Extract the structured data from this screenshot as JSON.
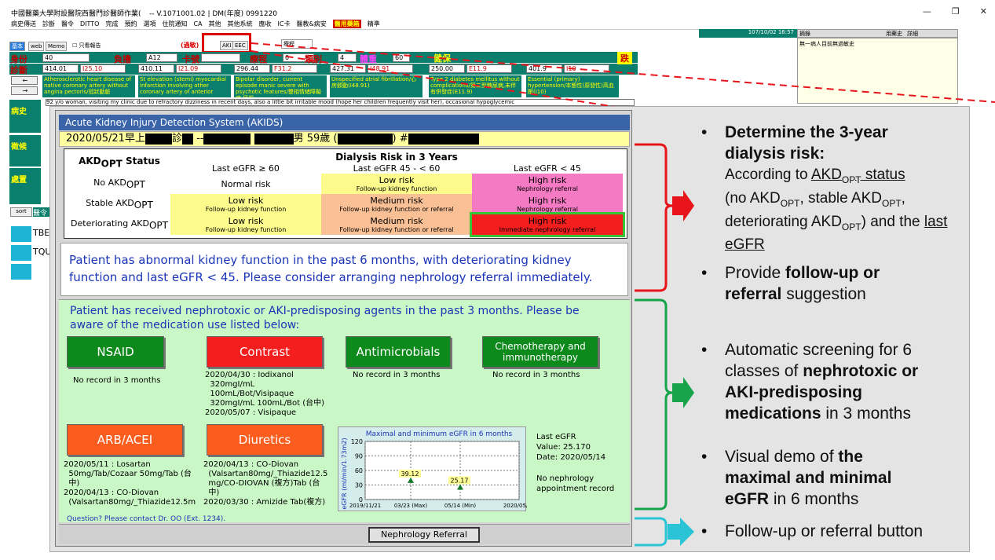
{
  "app": {
    "title": "中國醫藥大學附設醫院西醫門診醫師作業(",
    "version": "-- V.1071001.02 | DM(年度) 0991220",
    "menu": [
      "病史傳送",
      "診斷",
      "醫令",
      "DITTO",
      "完成",
      "預約",
      "選項",
      "住院通知",
      "CA",
      "其他",
      "其他系統",
      "應收",
      "IC卡",
      "醫教&病安",
      "醫用藥箱",
      "精準"
    ],
    "toolbar": {
      "tab1": "基本",
      "tab2": "web",
      "memo": "Memo",
      "report_checkbox": "只看報告",
      "redlabel": "(過敏)",
      "aki_btn": "AKI",
      "eec_btn": "EEC",
      "combo": "療程"
    },
    "header_labels": {
      "id": "身份",
      "dx": "診斷",
      "weight_lbl": "負擔",
      "card_lbl": "卡號",
      "course_lbl": "療程",
      "category_lbl": "類別",
      "bw_lbl": "體重",
      "health_lbl": "健保",
      "alert_lbl": "跌"
    },
    "header_values": {
      "id": "40",
      "weight": "A12",
      "card": "",
      "course": "0",
      "category": "4",
      "bw": "60",
      "health": ""
    },
    "dx_codes": [
      {
        "a": "414.01",
        "b": "I25.10"
      },
      {
        "a": "410.11",
        "b": "I21.09"
      },
      {
        "a": "296.44",
        "b": "F31.2"
      },
      {
        "a": "427.31",
        "b": "I48.91"
      },
      {
        "a": "250.00",
        "b": "E11.9"
      },
      {
        "a": "401.9",
        "b": "I10"
      }
    ],
    "dx_desc": [
      "Atherosclerotic heart disease of native coronary artery without angina pectoris/冠狀動脈",
      "St elevation (stemi) myocardial infarction involving other coronary artery of anterior",
      "Bipolar disorder, current episode manic severe with psychotic features/雙相情緒障礙症,目前",
      "Unspecified atrial fibrillation/心房顫動(I48.91)",
      "Type 2 diabetes mellitus without complications/第二型糖尿病,未伴有併發症(E11.9)",
      "Essential (primary) hypertension/本態性(原發性)高血壓(I10)"
    ],
    "history_line": "92 y/o woman, visiting my clinic due to refractory dizziness in recent days, also a little bit irritable mood (hope her children frequently visit her), occasional hypoglycemic",
    "sidebar": [
      "病史",
      "徵候",
      "處置"
    ],
    "sort": "sort",
    "grid_col": "醫令",
    "grid_rows": [
      "TBE",
      "TQU"
    ],
    "right_panel": {
      "tab_main": "摘錄",
      "tab_a": "用藥史",
      "tab_b": "詳細",
      "body": "無一病人目前無過敏史",
      "datetime": "107/10/02 16:57"
    }
  },
  "akids": {
    "title": "Acute Kidney Injury Detection System (AKIDS)",
    "patient_prefix": "2020/05/21早上",
    "patient_mid": "診",
    "patient_sex_age": "男 59歲 (",
    "patient_hash": ") #",
    "risk_table": {
      "header": "Dialysis Risk in 3 Years",
      "status_label": "AKD",
      "status_sub": "OPT",
      "status_suffix": " Status",
      "col_headers": [
        "Last eGFR ≥ 60",
        "Last eGFR 45 - < 60",
        "Last eGFR < 45"
      ],
      "rows": [
        {
          "label": "No AKD",
          "sub": "OPT",
          "cells": [
            {
              "main": "Normal risk",
              "sub": ""
            },
            {
              "main": "Low risk",
              "sub": "Follow-up kidney function"
            },
            {
              "main": "High risk",
              "sub": "Nephrology referral"
            }
          ]
        },
        {
          "label": "Stable AKD",
          "sub": "OPT",
          "cells": [
            {
              "main": "Low risk",
              "sub": "Follow-up kidney function"
            },
            {
              "main": "Medium risk",
              "sub": "Follow-up kidney function or referral"
            },
            {
              "main": "High risk",
              "sub": "Nephrology referral"
            }
          ]
        },
        {
          "label": "Deteriorating AKD",
          "sub": "OPT",
          "cells": [
            {
              "main": "Low risk",
              "sub": "Follow-up kidney function"
            },
            {
              "main": "Medium risk",
              "sub": "Follow-up kidney function or referral"
            },
            {
              "main": "High risk",
              "sub": "Immediate nephrology referral"
            }
          ]
        }
      ],
      "colors": {
        "white": "#ffffff",
        "yellow": "#fdfb8c",
        "pink": "#f47ac4",
        "salmon": "#f9bf95",
        "red": "#f41e1e",
        "highlight": "#35c635"
      }
    },
    "message": "Patient has abnormal kidney function in the past 6 months, with deteriorating kidney function and last eGFR < 45. Please consider arranging nephrology referral immediately.",
    "med_intro": "Patient has received nephrotoxic or AKI-predisposing agents in the past 3 months. Please be aware of the medication use listed below:",
    "meds": [
      {
        "label": "NSAID",
        "color": "#0e8a1c",
        "text": [
          "No record in 3 months"
        ]
      },
      {
        "label": "Contrast",
        "color": "#f41e1e",
        "text": [
          "2020/04/30 : Iodixanol",
          "  320mgI/mL",
          "  100mL/Bot/Visipaque",
          "  320mgI/mL 100mL/Bot (台中)",
          "2020/05/07 : Visipaque"
        ]
      },
      {
        "label": "Antimicrobials",
        "color": "#0e8a1c",
        "text": [
          "No record in 3 months"
        ]
      },
      {
        "label": "Chemotherapy and immunotherapy",
        "color": "#0e8a1c",
        "text": [
          "No record in 3 months"
        ]
      },
      {
        "label": "ARB/ACEI",
        "color": "#fa5d1e",
        "text": [
          "2020/05/11 : Losartan",
          "  50mg/Tab/Cozaar 50mg/Tab (台",
          "  中)",
          "2020/04/13 : CO-Diovan",
          "  (Valsartan80mg/_Thiazide12.5m"
        ]
      },
      {
        "label": "Diuretics",
        "color": "#fa5d1e",
        "text": [
          "2020/04/13 : CO-Diovan",
          "  (Valsartan80mg/_Thiazide12.5",
          "  mg/CO-DIOVAN (複方)Tab (台",
          "  中)",
          "2020/03/30 : Amizide Tab(複方)"
        ]
      }
    ],
    "contact": "Question? Please contact Dr. OO (Ext. 1234).",
    "egfr_info": {
      "label": "Last eGFR",
      "value": "Value: 25.170",
      "date": "Date: 2020/05/14",
      "appointment": "No nephrology appointment record"
    },
    "referral_button": "Nephrology Referral"
  },
  "chart_data": {
    "type": "scatter",
    "title": "Maximal and minimum eGFR in 6 months",
    "ylabel": "eGFR (ml/min/1.73m2)",
    "xlabel": "",
    "ylim": [
      0,
      120
    ],
    "yticks": [
      0,
      30,
      60,
      90,
      120
    ],
    "xticks": [
      "2019/11/21",
      "03/23 (Max)",
      "05/14 (Min)",
      "2020/05/21"
    ],
    "points": [
      {
        "x": "03/23 (Max)",
        "y": 39.12,
        "label": "39.12"
      },
      {
        "x": "05/14 (Min)",
        "y": 25.17,
        "label": "25.17"
      }
    ],
    "grid": true
  },
  "annotations": [
    {
      "title": "Determine the 3-year dialysis risk:",
      "body_pre": "According to ",
      "u1": "AKD",
      "u1sub": "OPT",
      "u1post": " status",
      "body_mid": "(no AKD",
      "s2": "OPT",
      "m2": ", stable AKD",
      "s3": "OPT",
      "m3": ", deteriorating AKD",
      "s4": "OPT",
      "m4": ") and the ",
      "u2": "last eGFR"
    },
    {
      "pre": "Provide ",
      "bold": "follow-up or referral",
      "post": " suggestion"
    },
    {
      "pre": "Automatic screening for 6 classes of ",
      "bold": "nephrotoxic or AKI-predisposing medications",
      "post": " in 3 months"
    },
    {
      "pre": "Visual demo of ",
      "bold": "the maximal and minimal eGFR",
      "post": " in 6 months"
    },
    {
      "pre": "Follow-up or referral button",
      "bold": "",
      "post": ""
    }
  ],
  "colors": {
    "red_arrow": "#e8141c",
    "green_arrow": "#16a34a",
    "cyan_arrow": "#2bc3d6"
  }
}
